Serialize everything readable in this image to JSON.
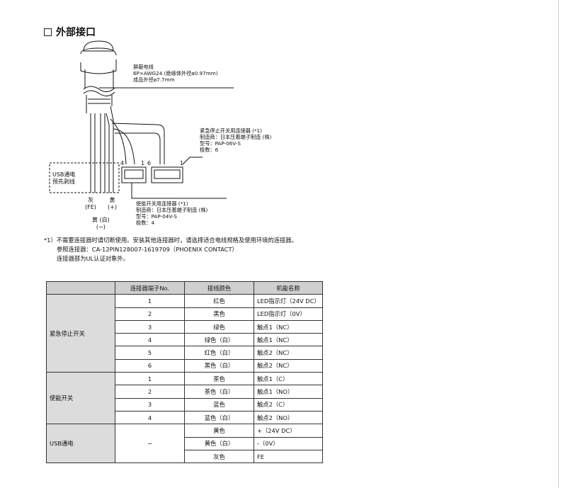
{
  "section": {
    "title": "外部接口"
  },
  "diagram": {
    "cable_label": [
      "屏蔽电线",
      "6P×AWG24 (绝缘体外径ø0.97mm)",
      "成品外径ø7.7mm"
    ],
    "estop_connector": [
      "紧急停止开关用连接器 (*1)",
      "制造商：日本压着端子制造 (株)",
      "型号：PAP-06V-S",
      "极数：6"
    ],
    "enable_connector": [
      "使能开关用连接器 (*1)",
      "制造商：日本压着端子制造 (株)",
      "型号：PAP-04V-S",
      "极数：4"
    ],
    "usb_note": [
      "USB通电",
      "预先剥线"
    ],
    "wire_gray": [
      "灰",
      "(FE)"
    ],
    "wire_yellow": [
      "黄",
      "(+)"
    ],
    "wire_yellow_white": [
      "黄 (白)",
      "(−)"
    ],
    "pin_4": "4",
    "pin_1a": "1",
    "pin_6": "6",
    "pin_1b": "1"
  },
  "notes": {
    "line1": "*1）不需要连接器时请切断使用。安装其他连接器时，请选择适合电线规格及使用环境的连接器。",
    "line2": "参照连接器：CA-12PIN128007-1619709（PHOENIX CONTACT）",
    "line3": "连接器部为UL认证对象外。"
  },
  "table": {
    "headers": [
      "",
      "连接器端子No.",
      "接线颜色",
      "机能名称"
    ],
    "groups": [
      {
        "name": "紧急停止开关",
        "rows": [
          [
            "1",
            "红色",
            "LED指示灯（24V DC）"
          ],
          [
            "2",
            "黑色",
            "LED指示灯（0V）"
          ],
          [
            "3",
            "绿色",
            "触点1（NC）"
          ],
          [
            "4",
            "绿色（白）",
            "触点1（NC）"
          ],
          [
            "5",
            "红色（白）",
            "触点2（NC）"
          ],
          [
            "6",
            "黑色（白）",
            "触点2（NC）"
          ]
        ]
      },
      {
        "name": "使能开关",
        "rows": [
          [
            "1",
            "茶色",
            "触点1（C）"
          ],
          [
            "2",
            "茶色（白）",
            "触点1（NO）"
          ],
          [
            "3",
            "蓝色",
            "触点2（C）"
          ],
          [
            "4",
            "蓝色（白）",
            "触点2（NO）"
          ]
        ]
      },
      {
        "name": "USB通电",
        "pin": "−",
        "rows": [
          [
            "黄色",
            "+（24V DC）"
          ],
          [
            "黄色（白）",
            "-（0V）"
          ],
          [
            "灰色",
            "FE"
          ]
        ]
      }
    ]
  }
}
